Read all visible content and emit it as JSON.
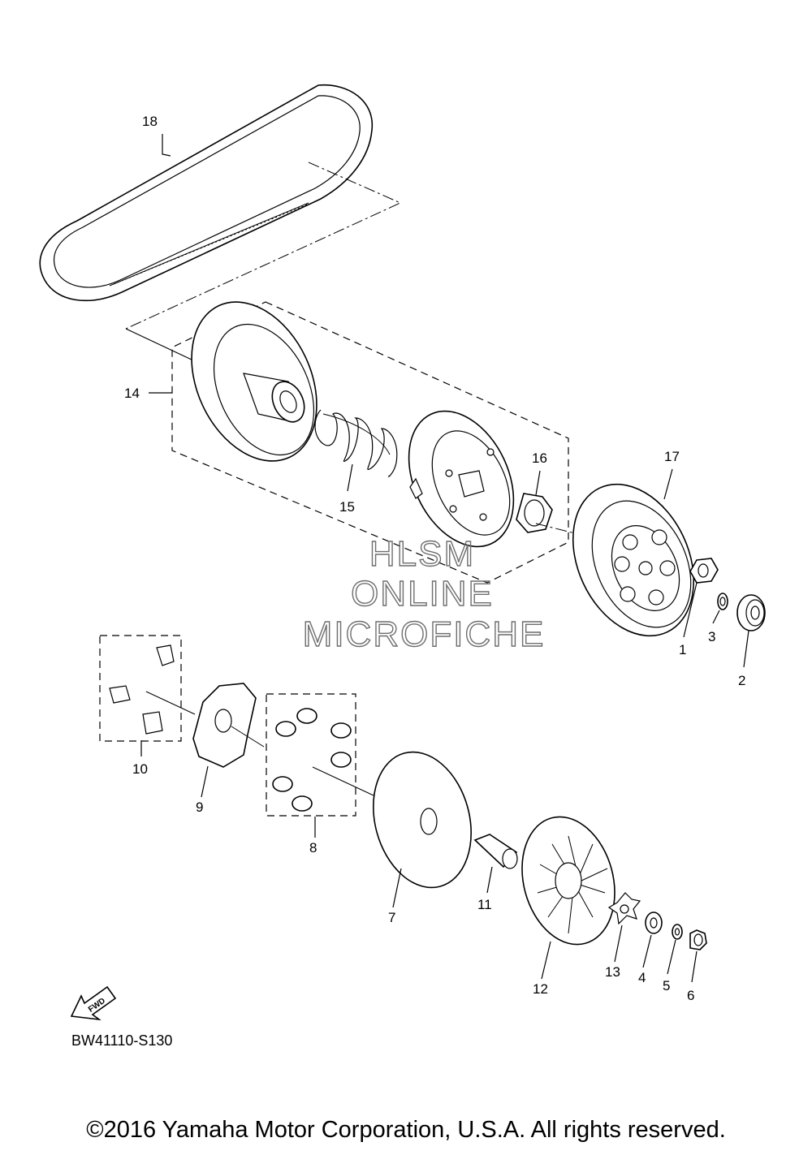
{
  "diagram": {
    "callouts": {
      "c1": "1",
      "c2": "2",
      "c3": "3",
      "c4": "4",
      "c5": "5",
      "c6": "6",
      "c7": "7",
      "c8": "8",
      "c9": "9",
      "c10": "10",
      "c11": "11",
      "c12": "12",
      "c13": "13",
      "c14": "14",
      "c15": "15",
      "c16": "16",
      "c17": "17",
      "c18": "18"
    },
    "fwd_label": "FWD",
    "drawing_code": "BW41110-S130"
  },
  "watermark": {
    "line1": "HLSM",
    "line2": "ONLINE",
    "line3": "MICROFICHE"
  },
  "footer": {
    "copyright": "©2016 Yamaha Motor Corporation, U.S.A. All rights reserved."
  }
}
